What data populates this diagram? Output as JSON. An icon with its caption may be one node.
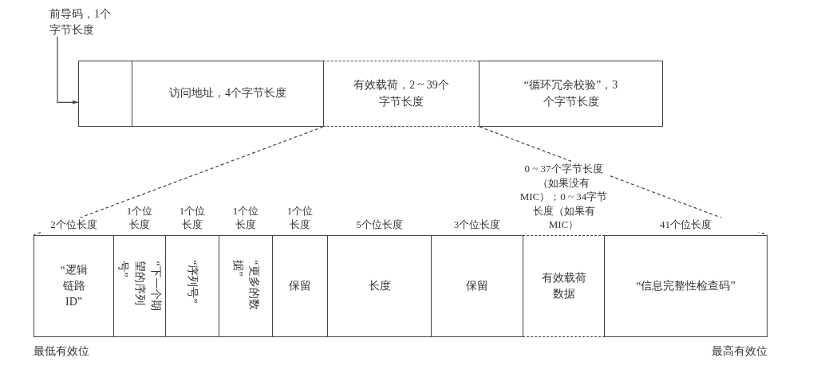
{
  "diagram": {
    "nodes": [
      {
        "text": [
          "前导码，1个字节长度"
        ]
      },
      {
        "text": [],
        "shape": "box"
      },
      {
        "text": [
          "访问地址，4个字节长度"
        ]
      },
      {
        "text": [
          "有效载荷，2 ~ 39个字节长度"
        ]
      },
      {
        "text": [
          "“循环冗余校验”，3个字节长度"
        ]
      },
      {
        "text": [
          "“逻辑链路ID”"
        ],
        "beside": [
          "2个位长度"
        ]
      },
      {
        "text": [
          "“下一个期望的序列号”"
        ],
        "beside": [
          "1个位长度"
        ]
      },
      {
        "text": [
          "“序列号”"
        ],
        "beside": [
          "1个位长度"
        ]
      },
      {
        "text": [
          "“更多的数据”"
        ],
        "beside": [
          "1个位长度"
        ]
      },
      {
        "text": [
          "保留"
        ],
        "beside": [
          "1个位长度"
        ]
      },
      {
        "text": [
          "长度"
        ],
        "beside": [
          "5个位长度"
        ]
      },
      {
        "text": [
          "保留"
        ],
        "beside": [
          "3个位长度"
        ]
      },
      {
        "text": [
          "有效载荷数据"
        ],
        "beside": [
          "0 ~ 37个字节长度（如果没有MIC）；0 ~ 34字节长度（如果有MIC）"
        ]
      },
      {
        "text": [
          "“信息完整性检查码”"
        ],
        "beside": [
          "41个位长度"
        ]
      }
    ],
    "edges": [
      {
        "from": 0,
        "to": 1,
        "arrow": "to"
      },
      {
        "from": 3,
        "to": 5,
        "arrow": "none",
        "style": "dashed"
      },
      {
        "from": 3,
        "to": 13,
        "arrow": "none",
        "style": "dashed"
      }
    ],
    "labels": [
      "最低有效位",
      "最高有效位"
    ]
  }
}
